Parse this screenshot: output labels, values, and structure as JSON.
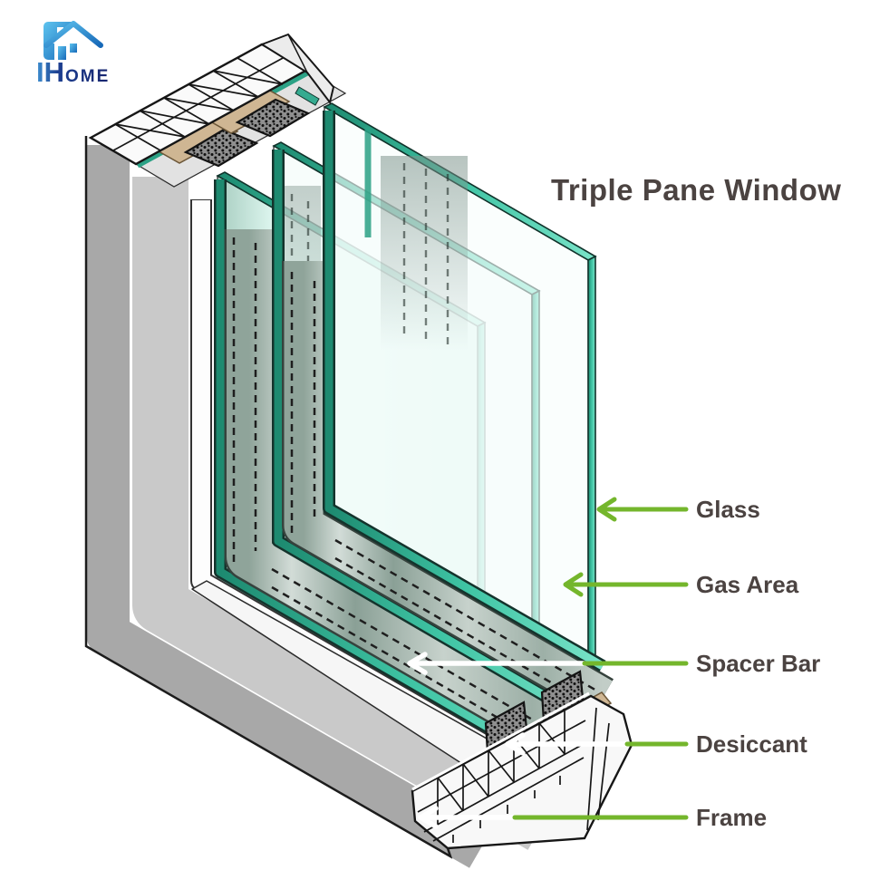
{
  "logo": {
    "name": "IHome",
    "text_primary": "IH",
    "text_secondary": "OME",
    "colors": {
      "icon_blue_light": "#5ec4ef",
      "icon_blue_dark": "#1668b8",
      "text_blue": "#1d3f90"
    }
  },
  "title": "Triple Pane Window",
  "callouts": [
    {
      "label": "Glass",
      "pointer_style": "green-arrow"
    },
    {
      "label": "Gas Area",
      "pointer_style": "green-arrow"
    },
    {
      "label": "Spacer Bar",
      "pointer_style": "white-arrow-green-line"
    },
    {
      "label": "Desiccant",
      "pointer_style": "white-arrow-green-line"
    },
    {
      "label": "Frame",
      "pointer_style": "white-arrow-green-line"
    }
  ],
  "colors": {
    "accent_green": "#74b62c",
    "pointer_white": "#ffffff",
    "label_text": "#4b4341",
    "glass_edge_teal": "#3fc4a4",
    "glass_tint": "#d2f3ea",
    "sealant_tan": "#cfb693",
    "desiccant_gray": "#8b8b8b",
    "frame_gray": "#a8a8a8",
    "outline_dark": "#1c1c1c"
  },
  "diagram": {
    "subject": "triple-pane-window-cutaway",
    "panes": 3
  }
}
